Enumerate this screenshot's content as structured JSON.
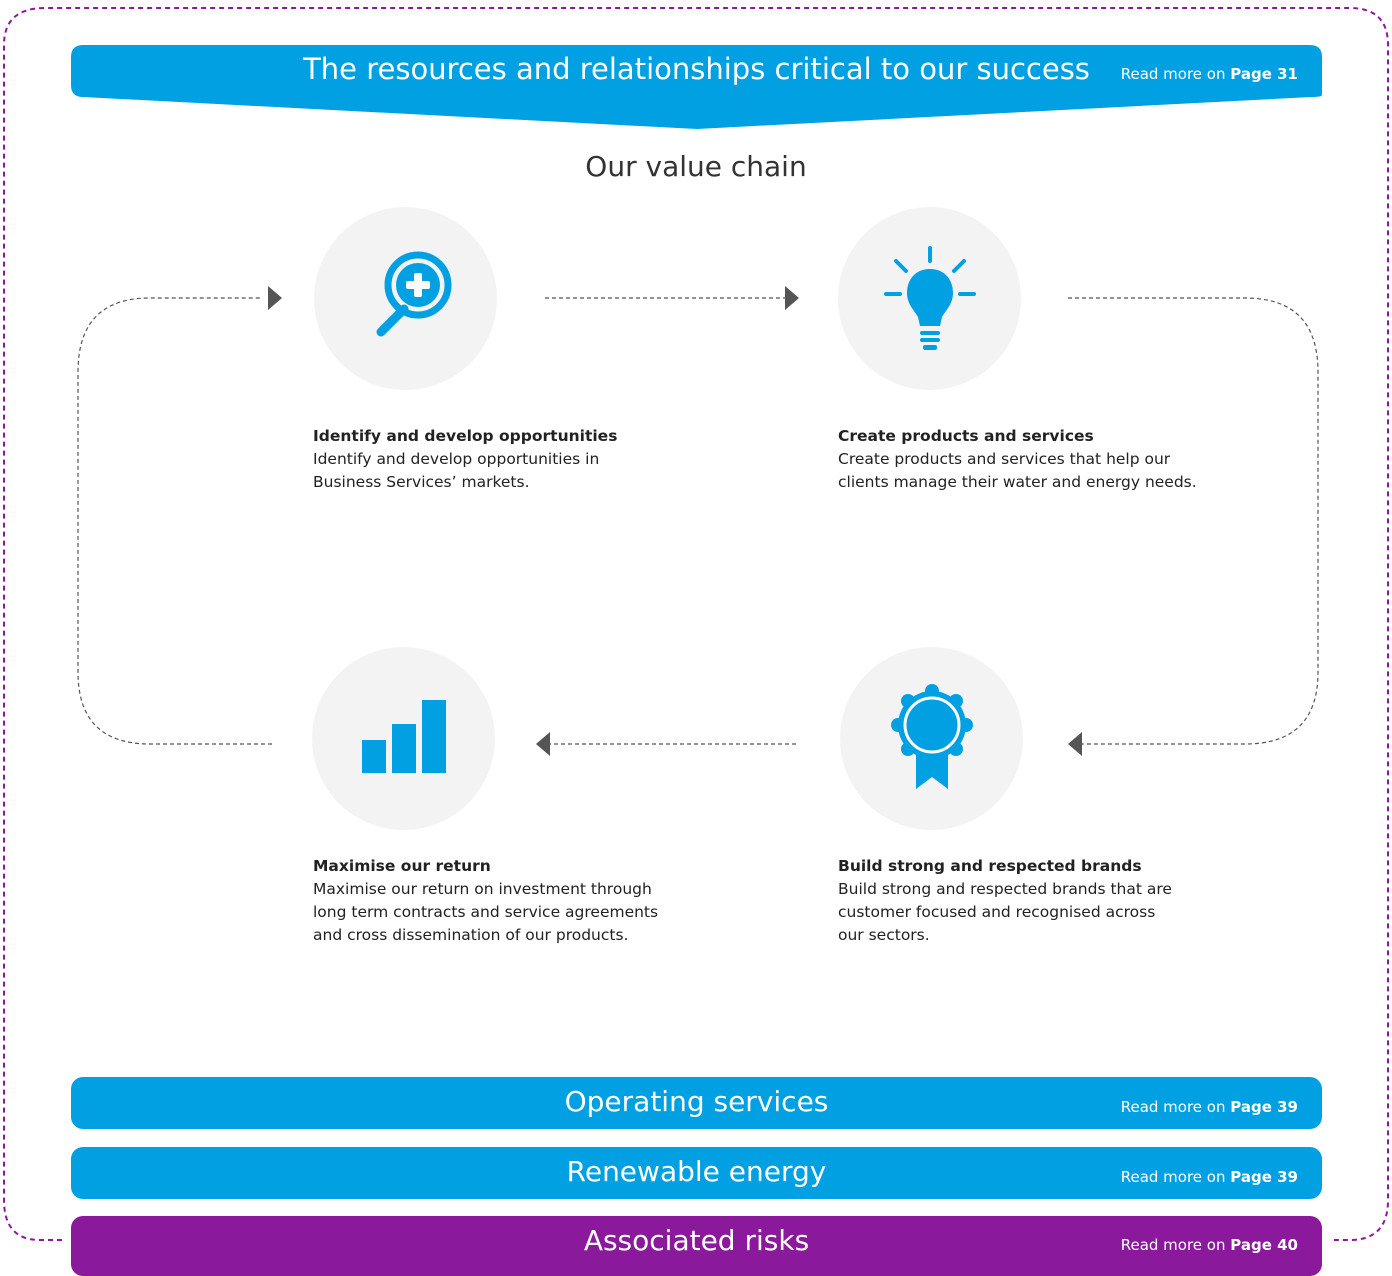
{
  "top_banner": {
    "title": "The resources and relationships critical to our success",
    "read_more_prefix": "Read more on",
    "read_more_page": "Page 31"
  },
  "value_chain_title": "Our value chain",
  "steps": [
    {
      "icon": "magnifier-plus-icon",
      "title": "Identify and develop opportunities",
      "line1": "Identify and develop opportunities in",
      "line2": "Business Services’ markets."
    },
    {
      "icon": "lightbulb-icon",
      "title": "Create products and services",
      "line1": "Create products and services that help our",
      "line2": "clients manage their water and energy needs."
    },
    {
      "icon": "bar-chart-icon",
      "title": "Maximise our return",
      "line1": "Maximise our return on investment through",
      "line2": "long term contracts and service agreements",
      "line3": "and cross dissemination of our products."
    },
    {
      "icon": "award-rosette-icon",
      "title": "Build strong and respected brands",
      "line1": "Build strong and respected brands that are",
      "line2": "customer focused and recognised across",
      "line3": "our sectors."
    }
  ],
  "bottom_bars": [
    {
      "title": "Operating services",
      "read_more_prefix": "Read more on",
      "read_more_page": "Page 39"
    },
    {
      "title": "Renewable energy",
      "read_more_prefix": "Read more on",
      "read_more_page": "Page 39"
    },
    {
      "title": "Associated risks",
      "read_more_prefix": "Read more on",
      "read_more_page": "Page 40"
    }
  ],
  "colors": {
    "blue": "#00a0e3",
    "purple": "#8a1a9b",
    "circle_bg": "#f3f3f3",
    "connector": "#555555"
  }
}
